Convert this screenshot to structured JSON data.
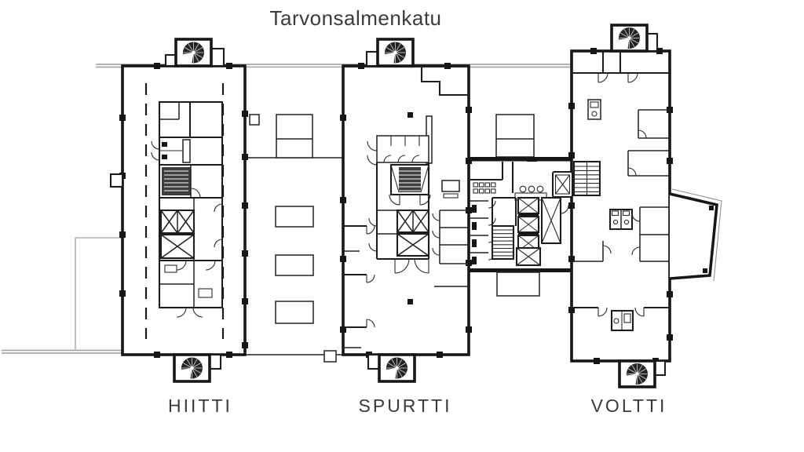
{
  "street": {
    "label": "Tarvonsalmenkatu"
  },
  "buildings": [
    {
      "id": "hiitti",
      "label": "HIITTI",
      "highlighted": false
    },
    {
      "id": "spurtti",
      "label": "SPURTTI",
      "highlighted": true
    },
    {
      "id": "voltti",
      "label": "VOLTTI",
      "highlighted": false
    }
  ],
  "colors": {
    "highlight": "#d2e9e3",
    "walls": "#171717",
    "street_line": "#9c9c9c",
    "label_text": "#3a3a3a",
    "background": "#ffffff"
  },
  "icons": {
    "spiral_staircase": "circle with radial spokes",
    "elevator": "rectangle with X cross",
    "staircase": "rectangle with tread lines",
    "door": "quarter-circle swing arc"
  }
}
